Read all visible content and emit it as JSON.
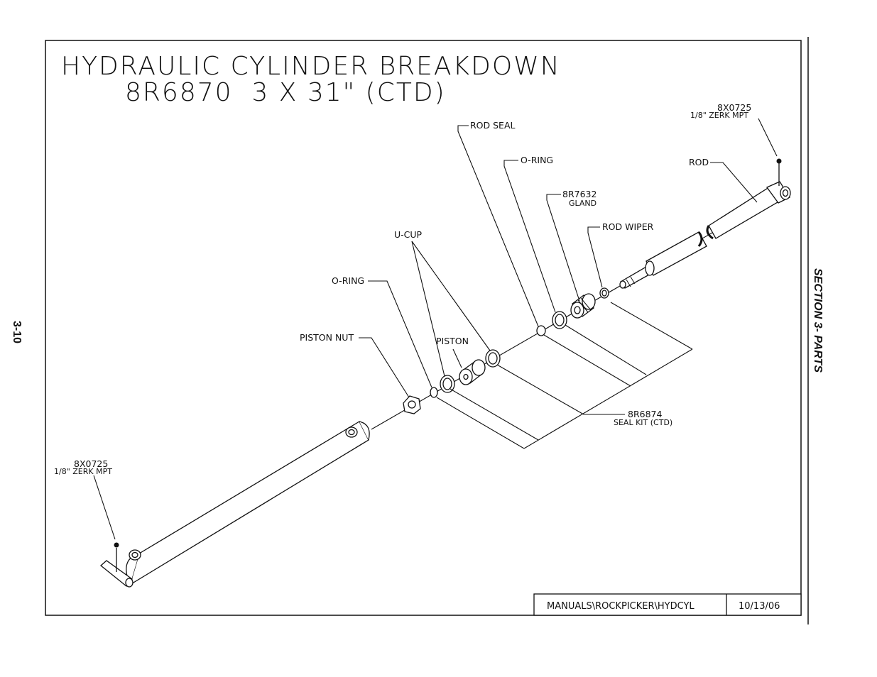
{
  "page_number": "3-10",
  "section_label": "SECTION 3- PARTS",
  "title": {
    "line1": "HYDRAULIC CYLINDER BREAKDOWN",
    "line2": "8R6870  3 X 31\" (CTD)"
  },
  "callouts": {
    "zerk_top_part": "8X0725",
    "zerk_top_desc": "1/8\" ZERK MPT",
    "rod": "ROD",
    "rod_seal": "ROD SEAL",
    "o_ring_upper": "O-RING",
    "gland_part": "8R7632",
    "gland_desc": "GLAND",
    "rod_wiper": "ROD WIPER",
    "u_cup": "U-CUP",
    "o_ring_lower": "O-RING",
    "piston_nut": "PISTON NUT",
    "piston": "PISTON",
    "seal_kit_part": "8R6874",
    "seal_kit_desc": "SEAL KIT (CTD)",
    "zerk_bottom_part": "8X0725",
    "zerk_bottom_desc": "1/8\" ZERK MPT"
  },
  "title_block": {
    "path": "MANUALS\\ROCKPICKER\\HYDCYL",
    "date": "10/13/06"
  }
}
